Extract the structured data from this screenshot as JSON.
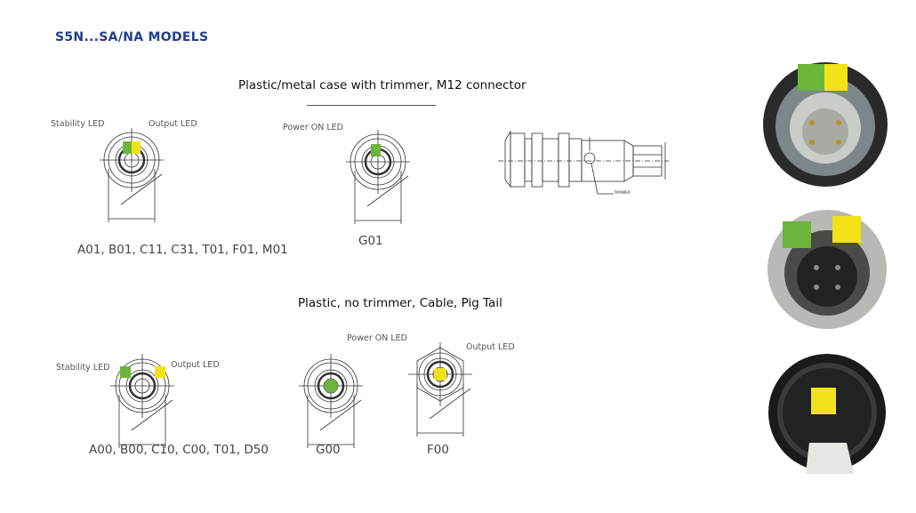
{
  "title": "S5N...SA/NA MODELS",
  "section1": {
    "heading": "Plastic/metal case with trimmer, M12 connector",
    "drawing_a": {
      "stability_led": "Stability LED",
      "output_led": "Output LED",
      "caption": "A01, B01, C11, C31, T01, F01, M01"
    },
    "drawing_b": {
      "power_led": "Power ON LED",
      "caption": "G01"
    },
    "side_view": {
      "trimmer_label": "TRIMMER"
    }
  },
  "section2": {
    "heading": "Plastic,  no trimmer, Cable,  Pig Tail",
    "drawing_a": {
      "stability_led": "Stability LED",
      "output_led": "Output LED",
      "caption": "A00, B00, C10, C00, T01, D50"
    },
    "drawing_b": {
      "power_led": "Power ON LED",
      "caption": "G00"
    },
    "drawing_c": {
      "output_led": "Output LED",
      "caption": "F00"
    }
  },
  "colors": {
    "title": "#1f3f8f",
    "green_led": "#6ab53a",
    "yellow_led": "#f2e21a"
  }
}
